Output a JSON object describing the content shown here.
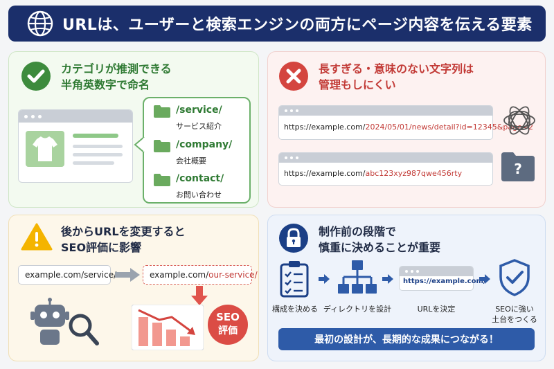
{
  "header": {
    "title": "URLは、ユーザーと検索エンジンの両方にページ内容を伝える要素"
  },
  "good": {
    "title_line1": "カテゴリが推測できる",
    "title_line2": "半角英数字で命名",
    "dirs": [
      {
        "path": "/service/",
        "label": "サービス紹介"
      },
      {
        "path": "/company/",
        "label": "会社概要"
      },
      {
        "path": "/contact/",
        "label": "お問い合わせ"
      }
    ]
  },
  "bad": {
    "title_line1": "長すぎる・意味のない文字列は",
    "title_line2": "管理もしにくい",
    "urls": [
      {
        "base": "https://example.com/",
        "rest": "2024/05/01/news/detail?id=12345&page=2"
      },
      {
        "base": "https://example.com/",
        "rest": "abc123xyz987qwe456rty"
      }
    ],
    "question_mark": "?"
  },
  "change": {
    "title_line1": "後からURLを変更すると",
    "title_line2": "SEO評価に影響",
    "old_url": "example.com/service/",
    "new_url_base": "example.com/",
    "new_url_rest": "our-service/",
    "seo_line1": "SEO",
    "seo_line2": "評価"
  },
  "plan": {
    "title_line1": "制作前の段階で",
    "title_line2": "慎重に決めることが重要",
    "url_sample": "https://example.com/",
    "steps": [
      "構成を決める",
      "ディレクトリを設計",
      "URLを決定",
      "SEOに強い",
      "土台をつくる"
    ],
    "banner": "最初の設計が、長期的な成果につながる！"
  },
  "colors": {
    "header_bg": "#1b2f6b",
    "green": "#2f7a33",
    "red": "#c23a36",
    "blue": "#2e5ba8",
    "yellow_warning": "#f4b400"
  }
}
